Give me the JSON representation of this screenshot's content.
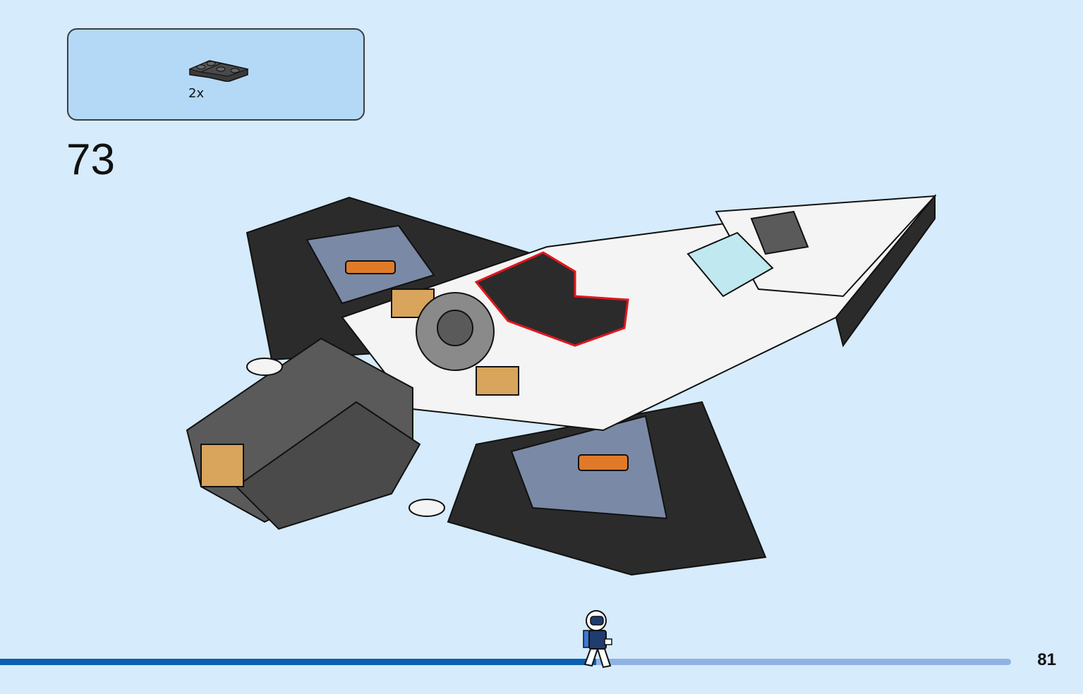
{
  "parts_callout": {
    "items": [
      {
        "icon": "black-corner-plate-icon",
        "color": "#3a3a3a",
        "quantity": "2x"
      }
    ]
  },
  "step": {
    "number": "73"
  },
  "model": {
    "icon": "spaceship-assembly-illustration",
    "highlight_color": "#e3161c",
    "colors": {
      "black": "#2b2b2b",
      "dark_gray": "#5a5a5a",
      "white": "#f4f4f4",
      "sand_blue": "#7a8aa6",
      "orange": "#e07a28",
      "tan": "#d9a45c",
      "trans_light_blue": "#bfe8f0"
    }
  },
  "progress": {
    "fraction": 0.59,
    "fill_color": "#0b5fb0",
    "track_color": "#8fb3e4"
  },
  "page": {
    "number": "81"
  }
}
